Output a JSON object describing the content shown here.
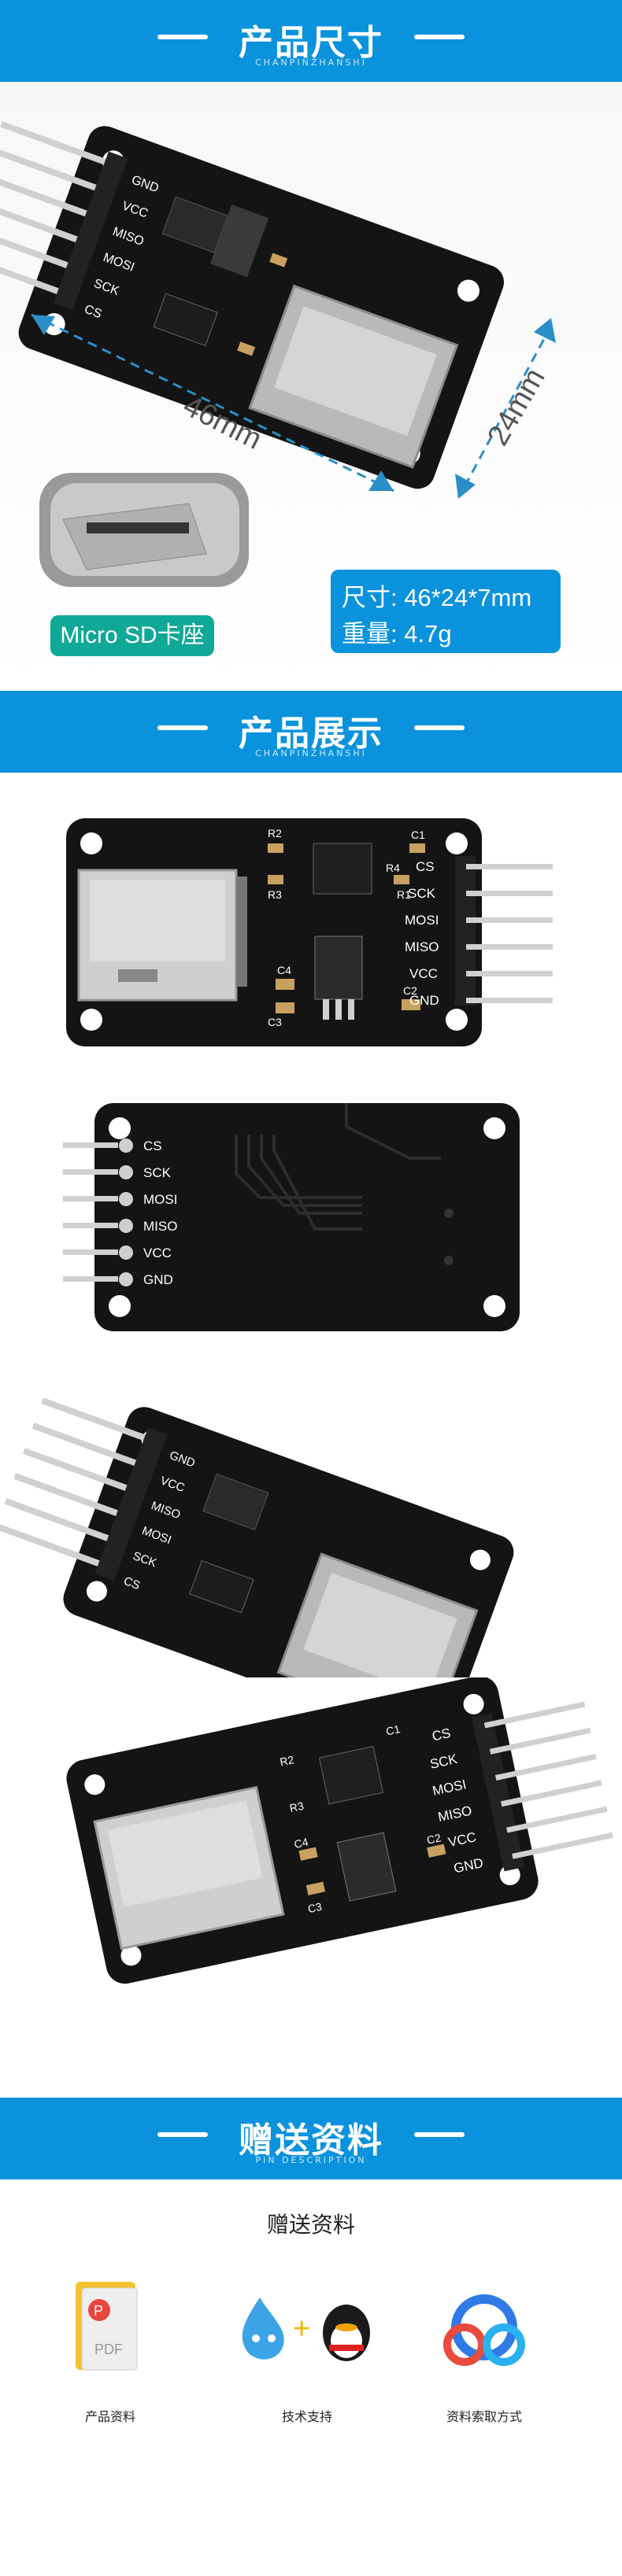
{
  "sections": {
    "size": {
      "title": "产品尺寸",
      "subtitle": "CHANPINZHANSHI"
    },
    "display": {
      "title": "产品展示",
      "subtitle": "CHANPINZHANSHI"
    },
    "gift": {
      "title": "赠送资料",
      "subtitle": "PIN DESCRIPTION"
    }
  },
  "dimensions": {
    "length": "46mm",
    "width": "24mm",
    "badge": "Micro SD卡座",
    "spec_size": "尺寸: 46*24*7mm",
    "spec_weight": "重量: 4.7g"
  },
  "pins": [
    "CS",
    "SCK",
    "MOSI",
    "MISO",
    "VCC",
    "GND"
  ],
  "pins_angled": [
    "GND",
    "VCC",
    "MISO",
    "MOSI",
    "SCK",
    "CS"
  ],
  "components": {
    "r1": "R1",
    "r2": "R2",
    "r3": "R3",
    "r4": "R4",
    "c1": "C1",
    "c2": "C2",
    "c3": "C3",
    "c4": "C4",
    "sd": "SD"
  },
  "gift": {
    "heading": "赠送资料",
    "items": [
      {
        "label": "产品资料",
        "icon": "pdf-file-icon"
      },
      {
        "label": "技术支持",
        "icon": "qq-support-icon"
      },
      {
        "label": "资料索取方式",
        "icon": "cloud-download-icon"
      }
    ],
    "pdf_text": "PDF"
  },
  "colors": {
    "brand_blue": "#0a93dc",
    "teal": "#10a897",
    "pcb": "#111111"
  }
}
